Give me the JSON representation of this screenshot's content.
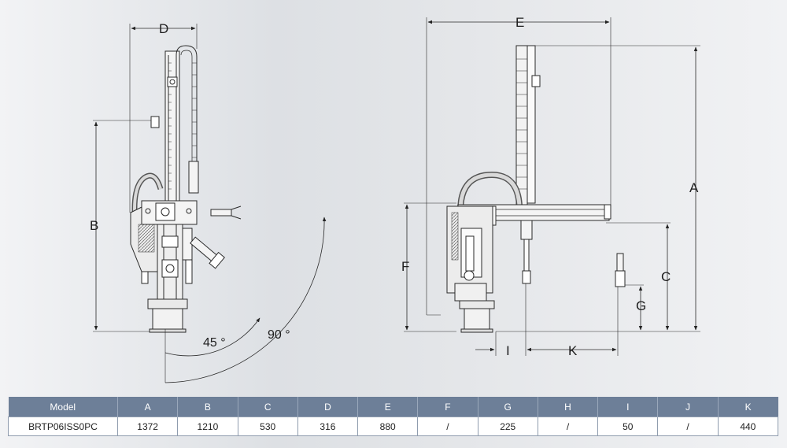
{
  "dimension_labels": {
    "A": "A",
    "B": "B",
    "C": "C",
    "D": "D",
    "E": "E",
    "F": "F",
    "G": "G",
    "I": "I",
    "K": "K"
  },
  "angles": {
    "a45": "45 °",
    "a90": "90 °"
  },
  "table": {
    "headers": [
      "Model",
      "A",
      "B",
      "C",
      "D",
      "E",
      "F",
      "G",
      "H",
      "I",
      "J",
      "K"
    ],
    "row": [
      "BRTP06ISS0PC",
      "1372",
      "1210",
      "530",
      "316",
      "880",
      "/",
      "225",
      "/",
      "50",
      "/",
      "440"
    ]
  },
  "colors": {
    "header_bg": "#6d7f98",
    "line": "#2a2a2a"
  }
}
